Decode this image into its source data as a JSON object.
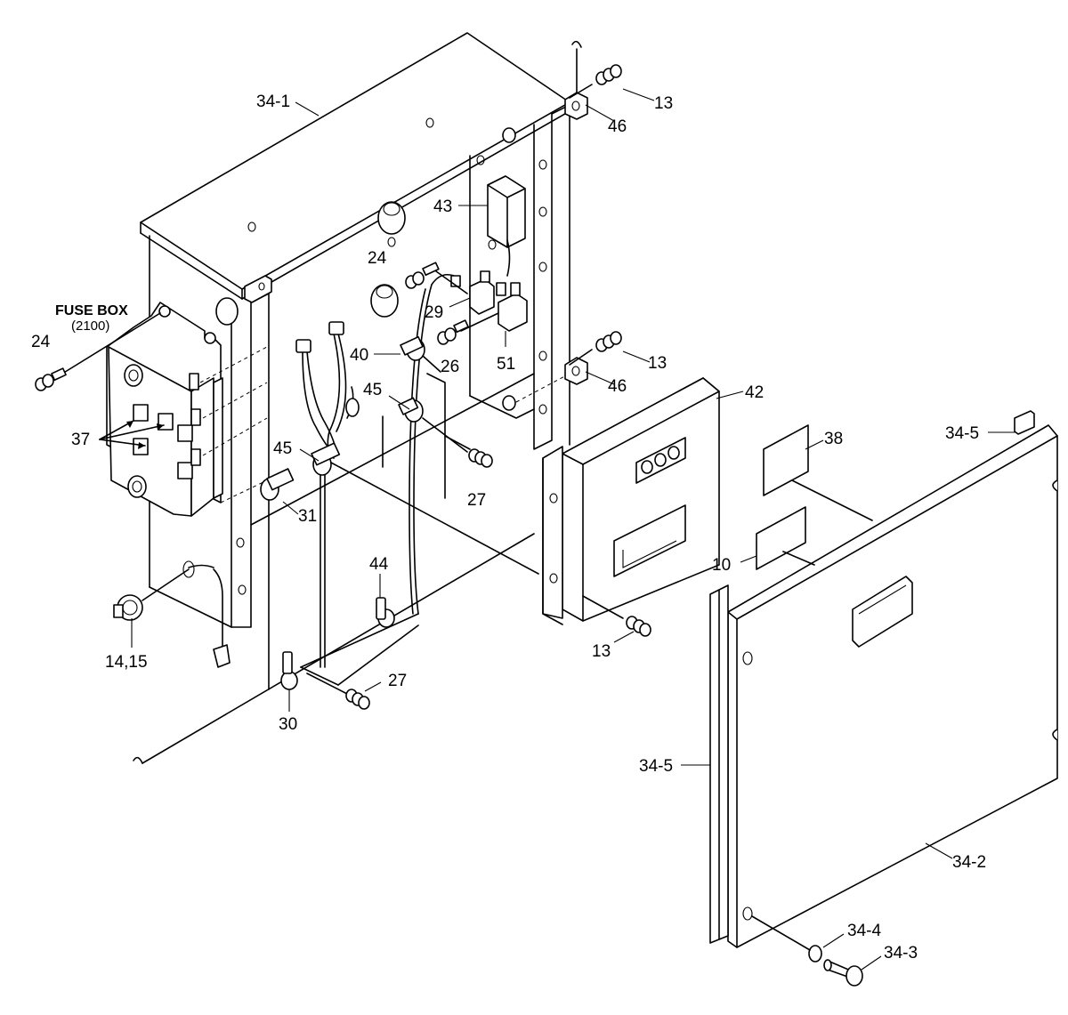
{
  "fuse_box": {
    "title": "FUSE BOX",
    "code": "(2100)"
  },
  "labels": {
    "l34_1": "34-1",
    "l13_top": "13",
    "l46_top": "46",
    "l43": "43",
    "l24_mid": "24",
    "l29": "29",
    "l24_left": "24",
    "l40": "40",
    "l26": "26",
    "l51": "51",
    "l13_mid": "13",
    "l46_mid": "46",
    "l42": "42",
    "l45_a": "45",
    "l37": "37",
    "l45_b": "45",
    "l27_mid": "27",
    "l31": "31",
    "l38": "38",
    "l34_5_top": "34-5",
    "l10": "10",
    "l44": "44",
    "l14_15": "14,15",
    "l13_bottom": "13",
    "l27_bottom": "27",
    "l30": "30",
    "l34_5_left": "34-5",
    "l34_2": "34-2",
    "l34_4": "34-4",
    "l34_3": "34-3"
  }
}
